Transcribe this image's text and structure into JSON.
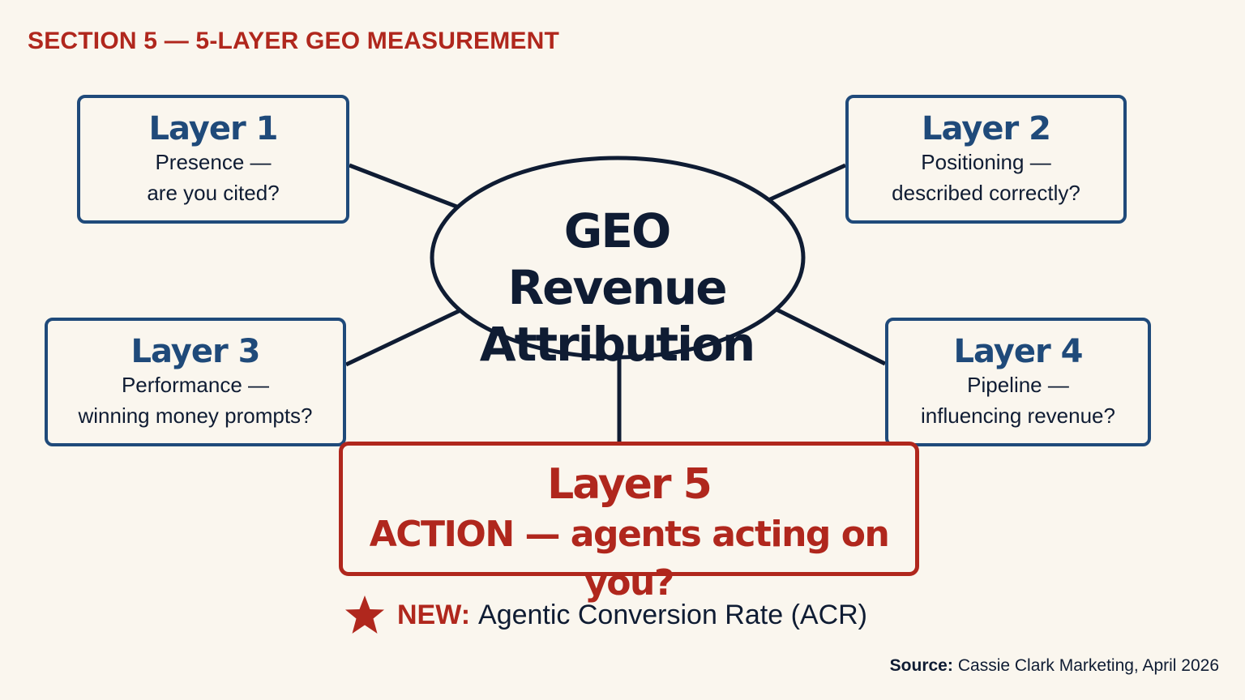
{
  "header": {
    "title": "SECTION 5 — 5-LAYER GEO MEASUREMENT"
  },
  "center": {
    "line1": "GEO Revenue",
    "line2": "Attribution"
  },
  "layers": [
    {
      "name": "Layer 1",
      "desc_line1": "Presence —",
      "desc_line2": "are you cited?"
    },
    {
      "name": "Layer 2",
      "desc_line1": "Positioning —",
      "desc_line2": "described correctly?"
    },
    {
      "name": "Layer 3",
      "desc_line1": "Performance —",
      "desc_line2": "winning money prompts?"
    },
    {
      "name": "Layer 4",
      "desc_line1": "Pipeline —",
      "desc_line2": "influencing revenue?"
    },
    {
      "name": "Layer 5",
      "desc_line1": "ACTION — agents acting on you?"
    }
  ],
  "new_metric": {
    "icon": "star-icon",
    "label": "NEW:",
    "text": "Agentic Conversion Rate (ACR)"
  },
  "source": {
    "label": "Source:",
    "text": "Cassie Clark Marketing, April 2026"
  },
  "colors": {
    "background": "#faf6ee",
    "accent_red": "#b0271d",
    "layer_blue": "#1f4a7a",
    "text_dark": "#0f1c33"
  }
}
